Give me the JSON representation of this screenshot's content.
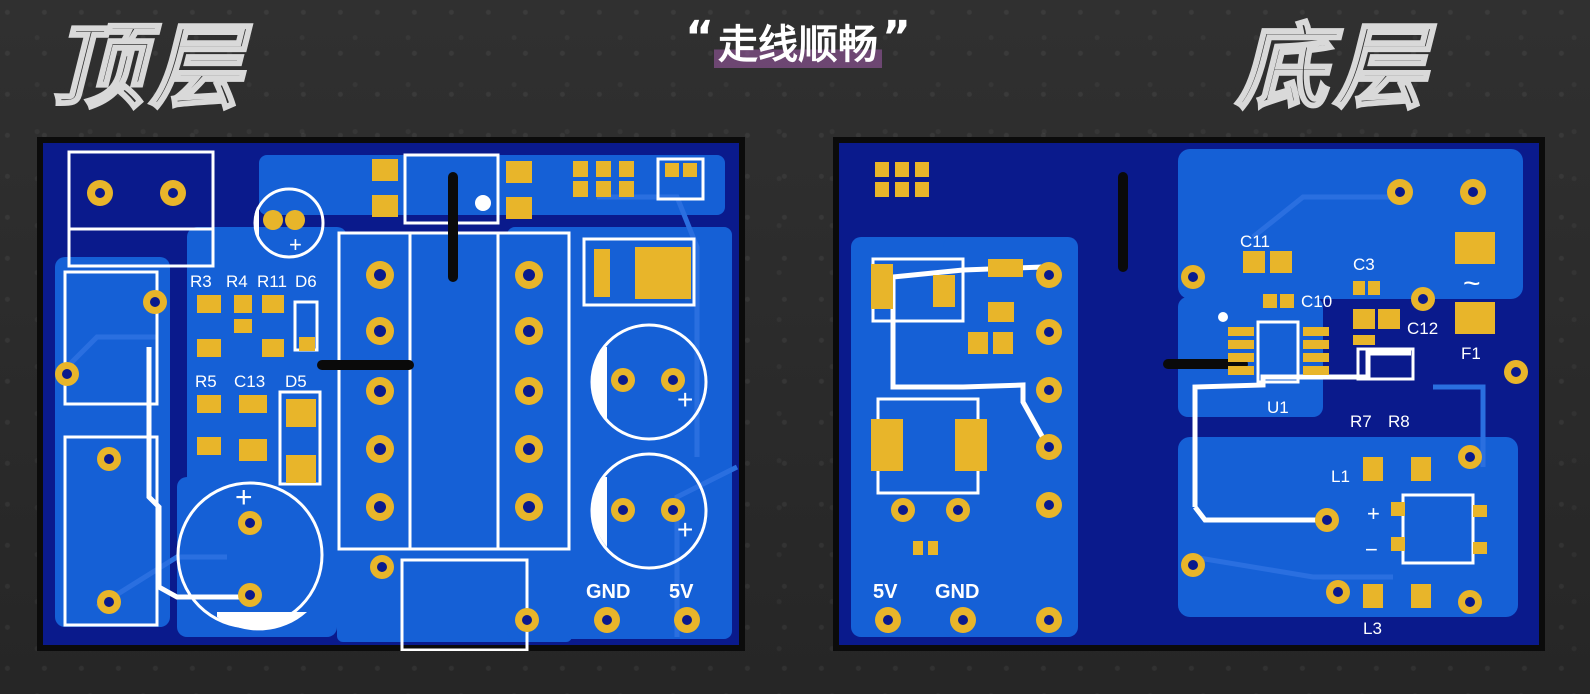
{
  "titles": {
    "top_layer": "顶层",
    "bottom_layer": "底层",
    "caption": "走线顺畅",
    "caption_open_quote": "“",
    "caption_close_quote": "”"
  },
  "colors": {
    "board_bg": "#0a1a8c",
    "copper_pour": "#1560d6",
    "pad": "#e8b52a",
    "silkscreen": "#ffffff",
    "outline": "#111111"
  },
  "top_board": {
    "labels": {
      "r3": "R3",
      "r4": "R4",
      "r11": "R11",
      "d6": "D6",
      "r5": "R5",
      "c13": "C13",
      "d5": "D5",
      "gnd": "GND",
      "v5": "5V",
      "plus1": "+",
      "plus2": "+",
      "plus3": "+",
      "plus4": "+"
    }
  },
  "bottom_board": {
    "labels": {
      "c11": "C11",
      "c3": "C3",
      "c10": "C10",
      "c12": "C12",
      "u1": "U1",
      "r7": "R7",
      "r8": "R8",
      "f1": "F1",
      "l1": "L1",
      "l3": "L3",
      "plus": "+",
      "minus": "−",
      "tilde": "~",
      "v5": "5V",
      "gnd": "GND"
    }
  }
}
